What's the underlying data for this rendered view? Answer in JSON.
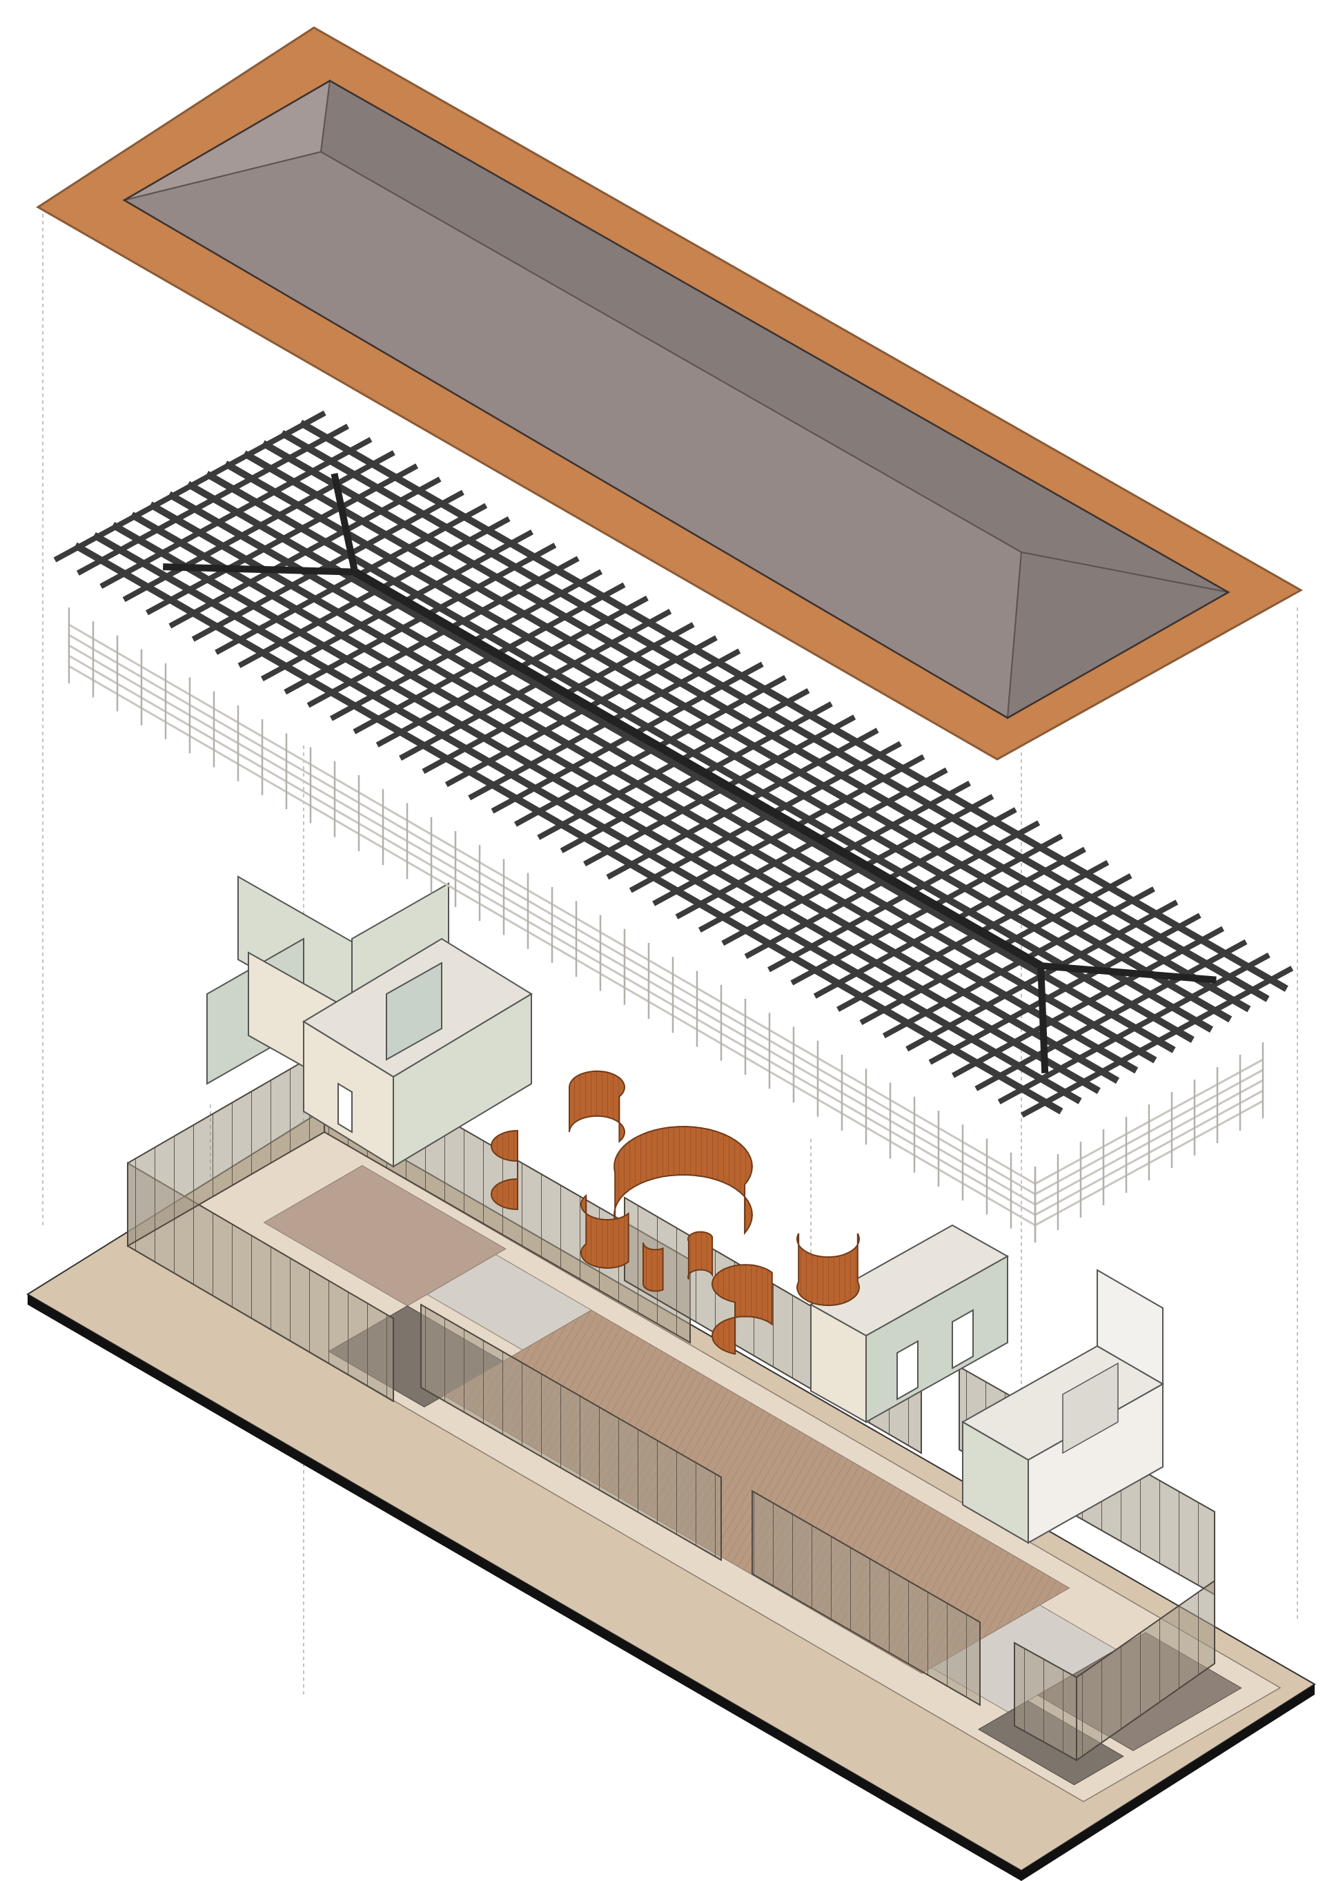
{
  "title": "",
  "colors": {
    "background": "#ffffff",
    "roof_rim": "#c8834e",
    "roof_rim_edge": "#8a5a36",
    "roof_slope_light": "#a49997",
    "roof_slope_mid": "#948986",
    "roof_slope_dark": "#857b79",
    "structure": "#3b3b3b",
    "railing": "#c9c6c1",
    "wood_wall": "#b35f2e",
    "wood_wall_light": "#c9733f",
    "partition_mint": "#d8ddd0",
    "partition_cream": "#ece4d4",
    "partition_white": "#f2efea",
    "partition_sage": "#cdd5c8",
    "base_plinth": "#d8c5ad",
    "base_edge": "#111111",
    "floor_light": "#e6d9c8",
    "floor_wood": "#b89a83",
    "floor_grey": "#d4cfc8",
    "floor_dark": "#8d8178",
    "glass": "#9c927f",
    "guide_line": "#9a9a9a"
  },
  "layers": [
    {
      "name": "roof-cover"
    },
    {
      "name": "roof-structure-frame"
    },
    {
      "name": "partition-rooms-left"
    },
    {
      "name": "curved-wooden-walls"
    },
    {
      "name": "partition-room-center"
    },
    {
      "name": "partition-room-right"
    },
    {
      "name": "ground-floor-glass-enclosure"
    }
  ]
}
